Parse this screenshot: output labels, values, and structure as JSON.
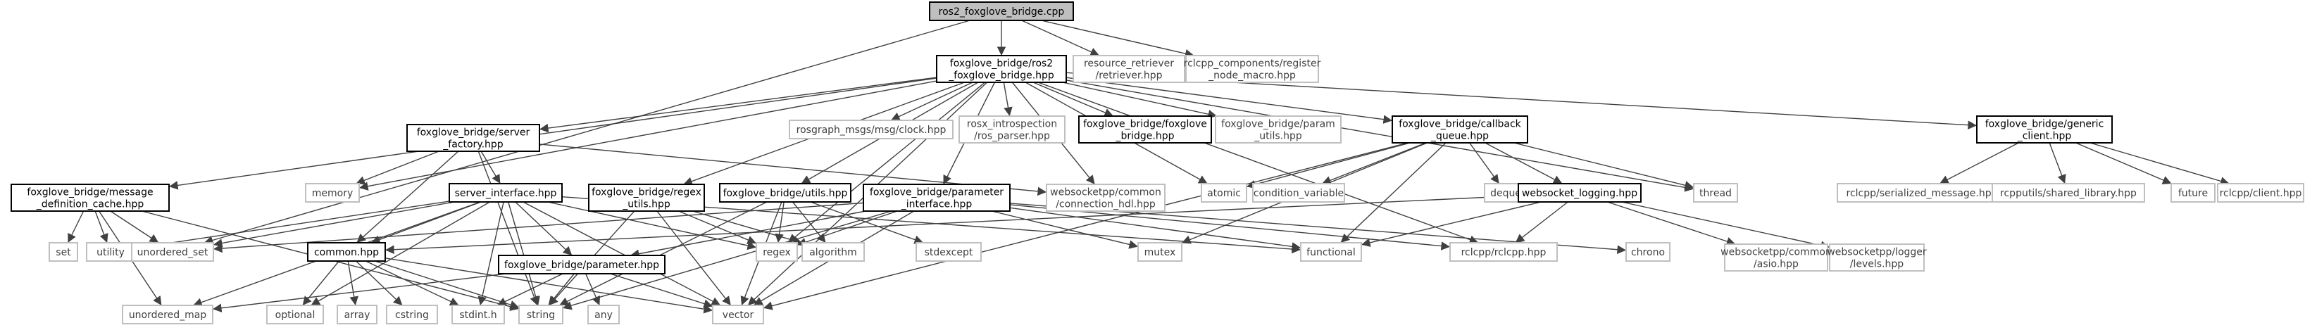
{
  "graph": {
    "nodes": [
      {
        "id": "root",
        "lines": [
          "ros2_foxglove_bridge.cpp"
        ],
        "kind": "root"
      },
      {
        "id": "bridge",
        "lines": [
          "foxglove_bridge/ros2",
          "_foxglove_bridge.hpp"
        ],
        "kind": "doc"
      },
      {
        "id": "resource",
        "lines": [
          "resource_retriever",
          "/retriever.hpp"
        ],
        "kind": "sys"
      },
      {
        "id": "rclcppcomp",
        "lines": [
          "rclcpp_components/register",
          "_node_macro.hpp"
        ],
        "kind": "sys"
      },
      {
        "id": "msgcache",
        "lines": [
          "foxglove_bridge/message",
          "_definition_cache.hpp"
        ],
        "kind": "doc"
      },
      {
        "id": "serverfactory",
        "lines": [
          "foxglove_bridge/server",
          "_factory.hpp"
        ],
        "kind": "doc"
      },
      {
        "id": "rosgraph",
        "lines": [
          "rosgraph_msgs/msg/clock.hpp"
        ],
        "kind": "sys"
      },
      {
        "id": "rosx",
        "lines": [
          "rosx_introspection",
          "/ros_parser.hpp"
        ],
        "kind": "sys"
      },
      {
        "id": "fgbridge",
        "lines": [
          "foxglove_bridge/foxglove",
          "_bridge.hpp"
        ],
        "kind": "doc"
      },
      {
        "id": "paramutils",
        "lines": [
          "foxglove_bridge/param",
          "_utils.hpp"
        ],
        "kind": "sys"
      },
      {
        "id": "callbackq",
        "lines": [
          "foxglove_bridge/callback",
          "_queue.hpp"
        ],
        "kind": "doc"
      },
      {
        "id": "genclient",
        "lines": [
          "foxglove_bridge/generic",
          "_client.hpp"
        ],
        "kind": "doc"
      },
      {
        "id": "memory",
        "lines": [
          "memory"
        ],
        "kind": "sys"
      },
      {
        "id": "serveriface",
        "lines": [
          "server_interface.hpp"
        ],
        "kind": "doc"
      },
      {
        "id": "regexutils",
        "lines": [
          "foxglove_bridge/regex",
          "_utils.hpp"
        ],
        "kind": "doc"
      },
      {
        "id": "utilshpp",
        "lines": [
          "foxglove_bridge/utils.hpp"
        ],
        "kind": "doc"
      },
      {
        "id": "paramiface",
        "lines": [
          "foxglove_bridge/parameter",
          "_interface.hpp"
        ],
        "kind": "doc"
      },
      {
        "id": "wsconn",
        "lines": [
          "websocketpp/common",
          "/connection_hdl.hpp"
        ],
        "kind": "sys"
      },
      {
        "id": "atomic",
        "lines": [
          "atomic"
        ],
        "kind": "sys"
      },
      {
        "id": "condvar",
        "lines": [
          "condition_variable"
        ],
        "kind": "sys"
      },
      {
        "id": "deque",
        "lines": [
          "deque"
        ],
        "kind": "sys"
      },
      {
        "id": "wslogging",
        "lines": [
          "websocket_logging.hpp"
        ],
        "kind": "doc"
      },
      {
        "id": "thread",
        "lines": [
          "thread"
        ],
        "kind": "sys"
      },
      {
        "id": "serialized",
        "lines": [
          "rclcpp/serialized_message.hpp"
        ],
        "kind": "sys"
      },
      {
        "id": "sharedlib",
        "lines": [
          "rcpputils/shared_library.hpp"
        ],
        "kind": "sys"
      },
      {
        "id": "future",
        "lines": [
          "future"
        ],
        "kind": "sys"
      },
      {
        "id": "client",
        "lines": [
          "rclcpp/client.hpp"
        ],
        "kind": "sys"
      },
      {
        "id": "set",
        "lines": [
          "set"
        ],
        "kind": "sys"
      },
      {
        "id": "utility",
        "lines": [
          "utility"
        ],
        "kind": "sys"
      },
      {
        "id": "unorderedset",
        "lines": [
          "unordered_set"
        ],
        "kind": "sys"
      },
      {
        "id": "common",
        "lines": [
          "common.hpp"
        ],
        "kind": "doc"
      },
      {
        "id": "parameter",
        "lines": [
          "foxglove_bridge/parameter.hpp"
        ],
        "kind": "doc"
      },
      {
        "id": "regex",
        "lines": [
          "regex"
        ],
        "kind": "sys"
      },
      {
        "id": "algorithm",
        "lines": [
          "algorithm"
        ],
        "kind": "sys"
      },
      {
        "id": "stdexcept",
        "lines": [
          "stdexcept"
        ],
        "kind": "sys"
      },
      {
        "id": "mutex",
        "lines": [
          "mutex"
        ],
        "kind": "sys"
      },
      {
        "id": "functional",
        "lines": [
          "functional"
        ],
        "kind": "sys"
      },
      {
        "id": "rclcpp",
        "lines": [
          "rclcpp/rclcpp.hpp"
        ],
        "kind": "sys"
      },
      {
        "id": "chrono",
        "lines": [
          "chrono"
        ],
        "kind": "sys"
      },
      {
        "id": "wsasio",
        "lines": [
          "websocketpp/common",
          "/asio.hpp"
        ],
        "kind": "sys"
      },
      {
        "id": "wslevels",
        "lines": [
          "websocketpp/logger",
          "/levels.hpp"
        ],
        "kind": "sys"
      },
      {
        "id": "unorderedmap",
        "lines": [
          "unordered_map"
        ],
        "kind": "sys"
      },
      {
        "id": "optional",
        "lines": [
          "optional"
        ],
        "kind": "sys"
      },
      {
        "id": "array",
        "lines": [
          "array"
        ],
        "kind": "sys"
      },
      {
        "id": "cstring",
        "lines": [
          "cstring"
        ],
        "kind": "sys"
      },
      {
        "id": "stdint",
        "lines": [
          "stdint.h"
        ],
        "kind": "sys"
      },
      {
        "id": "string",
        "lines": [
          "string"
        ],
        "kind": "sys"
      },
      {
        "id": "any",
        "lines": [
          "any"
        ],
        "kind": "sys"
      },
      {
        "id": "vector",
        "lines": [
          "vector"
        ],
        "kind": "sys"
      }
    ],
    "edges": [
      [
        "root",
        "bridge"
      ],
      [
        "root",
        "resource"
      ],
      [
        "root",
        "rclcppcomp"
      ],
      [
        "root",
        "unorderedset"
      ],
      [
        "bridge",
        "msgcache"
      ],
      [
        "bridge",
        "serverfactory"
      ],
      [
        "bridge",
        "rosgraph"
      ],
      [
        "bridge",
        "rosx"
      ],
      [
        "bridge",
        "fgbridge"
      ],
      [
        "bridge",
        "paramutils"
      ],
      [
        "bridge",
        "callbackq"
      ],
      [
        "bridge",
        "genclient"
      ],
      [
        "bridge",
        "memory"
      ],
      [
        "bridge",
        "regexutils"
      ],
      [
        "bridge",
        "utilshpp"
      ],
      [
        "bridge",
        "paramiface"
      ],
      [
        "bridge",
        "wsconn"
      ],
      [
        "bridge",
        "atomic"
      ],
      [
        "bridge",
        "thread"
      ],
      [
        "bridge",
        "rclcpp"
      ],
      [
        "bridge",
        "regex"
      ],
      [
        "bridge",
        "vector"
      ],
      [
        "msgcache",
        "set"
      ],
      [
        "msgcache",
        "utility"
      ],
      [
        "msgcache",
        "unorderedset"
      ],
      [
        "msgcache",
        "unorderedmap"
      ],
      [
        "msgcache",
        "string"
      ],
      [
        "serverfactory",
        "memory"
      ],
      [
        "serverfactory",
        "serveriface"
      ],
      [
        "serverfactory",
        "common"
      ],
      [
        "serverfactory",
        "wsconn"
      ],
      [
        "serverfactory",
        "string"
      ],
      [
        "serveriface",
        "utility"
      ],
      [
        "serveriface",
        "unorderedset"
      ],
      [
        "serveriface",
        "common"
      ],
      [
        "serveriface",
        "parameter"
      ],
      [
        "serveriface",
        "regex"
      ],
      [
        "serveriface",
        "functional"
      ],
      [
        "serveriface",
        "optional"
      ],
      [
        "serveriface",
        "unorderedmap"
      ],
      [
        "serveriface",
        "string"
      ],
      [
        "serveriface",
        "vector"
      ],
      [
        "serveriface",
        "stdint"
      ],
      [
        "regexutils",
        "regex"
      ],
      [
        "regexutils",
        "algorithm"
      ],
      [
        "regexutils",
        "string"
      ],
      [
        "regexutils",
        "vector"
      ],
      [
        "utilshpp",
        "regex"
      ],
      [
        "utilshpp",
        "algorithm"
      ],
      [
        "utilshpp",
        "stdexcept"
      ],
      [
        "utilshpp",
        "string"
      ],
      [
        "utilshpp",
        "vector"
      ],
      [
        "paramiface",
        "unorderedset"
      ],
      [
        "paramiface",
        "parameter"
      ],
      [
        "paramiface",
        "regex"
      ],
      [
        "paramiface",
        "mutex"
      ],
      [
        "paramiface",
        "functional"
      ],
      [
        "paramiface",
        "rclcpp"
      ],
      [
        "paramiface",
        "chrono"
      ],
      [
        "paramiface",
        "string"
      ],
      [
        "paramiface",
        "vector"
      ],
      [
        "callbackq",
        "atomic"
      ],
      [
        "callbackq",
        "condvar"
      ],
      [
        "callbackq",
        "deque"
      ],
      [
        "callbackq",
        "wslogging"
      ],
      [
        "callbackq",
        "thread"
      ],
      [
        "callbackq",
        "mutex"
      ],
      [
        "callbackq",
        "functional"
      ],
      [
        "callbackq",
        "vector"
      ],
      [
        "wslogging",
        "common"
      ],
      [
        "wslogging",
        "functional"
      ],
      [
        "wslogging",
        "rclcpp"
      ],
      [
        "wslogging",
        "wsasio"
      ],
      [
        "wslogging",
        "wslevels"
      ],
      [
        "genclient",
        "serialized"
      ],
      [
        "genclient",
        "sharedlib"
      ],
      [
        "genclient",
        "future"
      ],
      [
        "genclient",
        "client"
      ],
      [
        "common",
        "array"
      ],
      [
        "common",
        "cstring"
      ],
      [
        "common",
        "stdint"
      ],
      [
        "common",
        "string"
      ],
      [
        "common",
        "vector"
      ],
      [
        "common",
        "optional"
      ],
      [
        "parameter",
        "string"
      ],
      [
        "parameter",
        "vector"
      ],
      [
        "parameter",
        "any"
      ],
      [
        "parameter",
        "stdint"
      ],
      [
        "parameter",
        "unorderedmap"
      ]
    ]
  }
}
